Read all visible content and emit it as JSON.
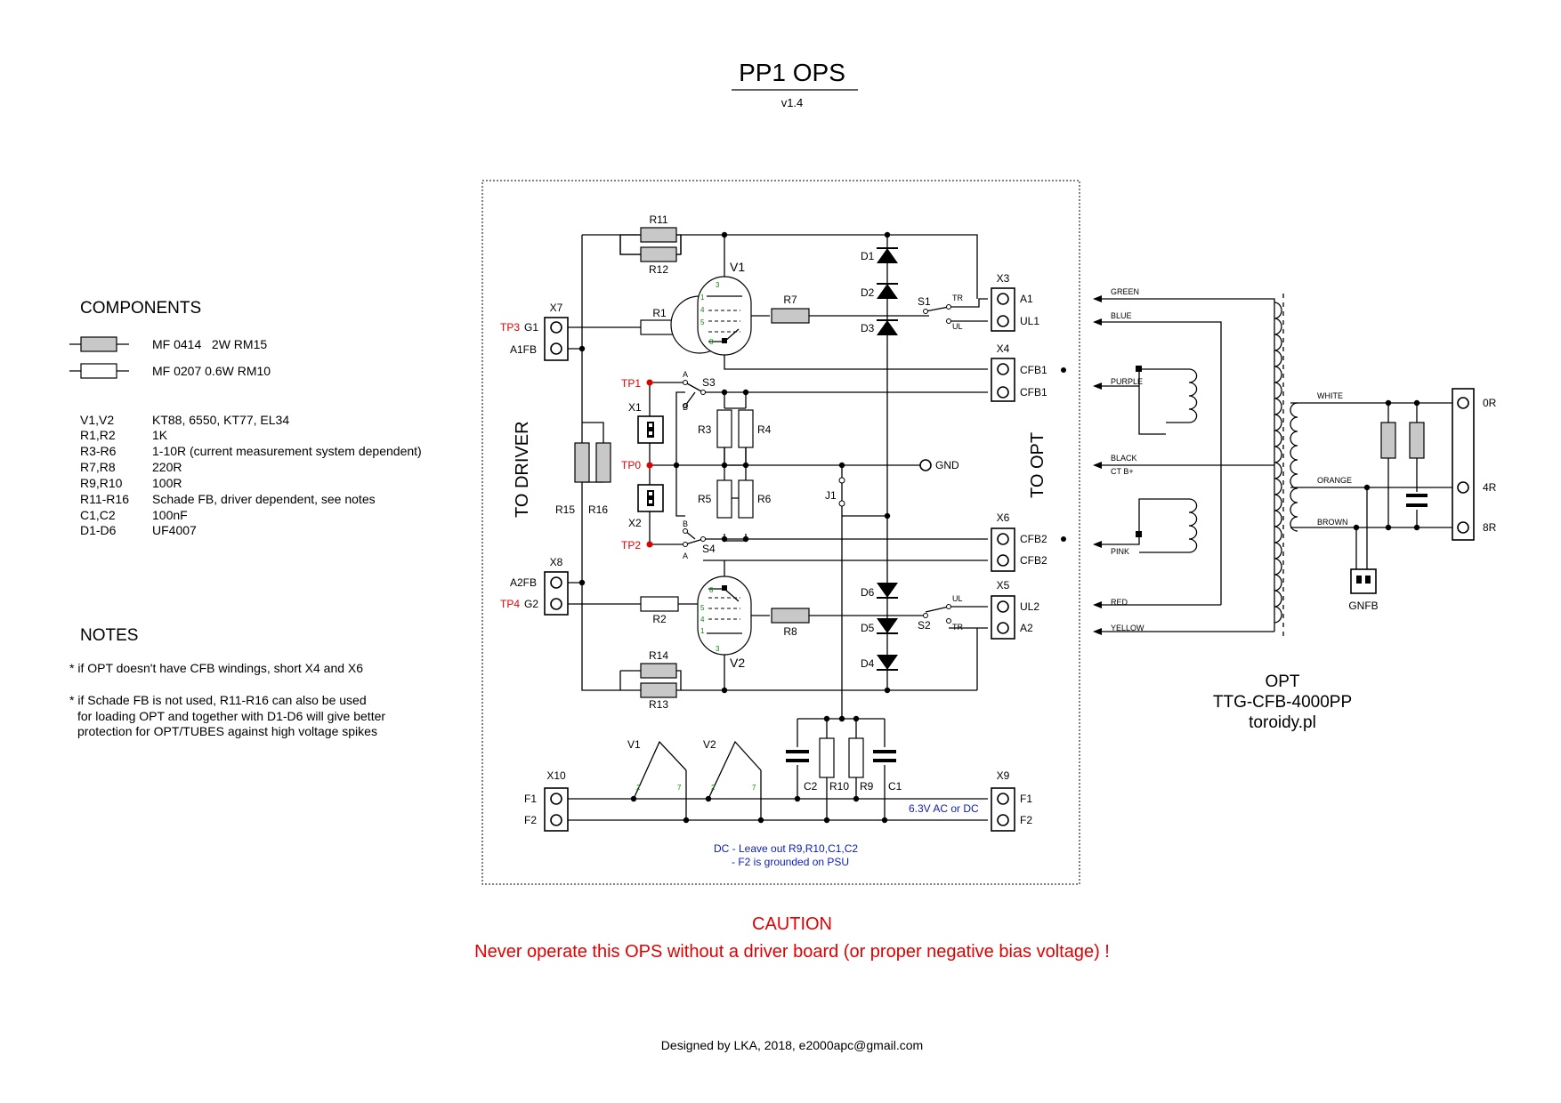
{
  "title": "PP1 OPS",
  "version": "v1.4",
  "components_heading": "COMPONENTS",
  "legend": [
    {
      "text": "MF 0414   2W RM15"
    },
    {
      "text": "MF 0207 0.6W RM10"
    }
  ],
  "bom": [
    {
      "ref": "V1,V2",
      "value": "KT88, 6550, KT77, EL34"
    },
    {
      "ref": "R1,R2",
      "value": "1K"
    },
    {
      "ref": "R3-R6",
      "value": "1-10R (current measurement system dependent)"
    },
    {
      "ref": "R7,R8",
      "value": "220R"
    },
    {
      "ref": "R9,R10",
      "value": "100R"
    },
    {
      "ref": "R11-R16",
      "value": "Schade FB, driver dependent, see notes"
    },
    {
      "ref": "C1,C2",
      "value": "100nF"
    },
    {
      "ref": "D1-D6",
      "value": "UF4007"
    }
  ],
  "notes_heading": "NOTES",
  "notes": [
    "* if OPT doesn't have CFB windings, short X4 and X6",
    "* if Schade FB is not used, R11-R16 can also be used",
    "for loading OPT and together with D1-D6 will give better",
    "protection for OPT/TUBES against high voltage spikes"
  ],
  "schematic": {
    "to_driver": "TO DRIVER",
    "to_opt": "TO OPT",
    "labels": {
      "R11": "R11",
      "R12": "R12",
      "R13": "R13",
      "R14": "R14",
      "R1": "R1",
      "R2": "R2",
      "R3": "R3",
      "R4": "R4",
      "R5": "R5",
      "R6": "R6",
      "R7": "R7",
      "R8": "R8",
      "R9": "R9",
      "R10": "R10",
      "R15": "R15",
      "R16": "R16",
      "C1": "C1",
      "C2": "C2",
      "D1": "D1",
      "D2": "D2",
      "D3": "D3",
      "D4": "D4",
      "D5": "D5",
      "D6": "D6",
      "V1": "V1",
      "V2": "V2",
      "V1f": "V1",
      "V2f": "V2",
      "S1": "S1",
      "S2": "S2",
      "S3": "S3",
      "S4": "S4",
      "J1": "J1",
      "X1": "X1",
      "X2": "X2",
      "X3": "X3",
      "X4": "X4",
      "X5": "X5",
      "X6": "X6",
      "X7": "X7",
      "X8": "X8",
      "X9": "X9",
      "X10": "X10",
      "TR": "TR",
      "UL": "UL",
      "A": "A",
      "B": "B",
      "GND": "GND",
      "TP0": "TP0",
      "TP1": "TP1",
      "TP2": "TP2",
      "TP3": "TP3",
      "TP4": "TP4",
      "G1": "G1",
      "G2": "G2",
      "A1FB": "A1FB",
      "A2FB": "A2FB",
      "A1": "A1",
      "UL1": "UL1",
      "A2": "A2",
      "UL2": "UL2",
      "CFB1": "CFB1",
      "CFB2": "CFB2",
      "F1": "F1",
      "F2": "F2",
      "p1": "1",
      "p2": "2",
      "p3": "3",
      "p4": "4",
      "p5": "5",
      "p7": "7",
      "p8": "8"
    },
    "supply_note": "6.3V AC or DC",
    "dc_note_1": "DC - Leave out R9,R10,C1,C2",
    "dc_note_2": "- F2 is grounded on PSU"
  },
  "opt": {
    "wires": {
      "green": "GREEN",
      "blue": "BLUE",
      "purple": "PURPLE",
      "black": "BLACK",
      "ctb": "CT B+",
      "pink": "PINK",
      "red": "RED",
      "yellow": "YELLOW",
      "white": "WHITE",
      "orange": "ORANGE",
      "brown": "BROWN"
    },
    "outputs": [
      "0R",
      "4R",
      "8R"
    ],
    "gnfb": "GNFB",
    "name": "OPT",
    "model": "TTG-CFB-4000PP",
    "maker": "toroidy.pl"
  },
  "caution_title": "CAUTION",
  "caution_text": "Never operate this OPS without a driver board (or proper negative bias voltage) !",
  "credit": "Designed by LKA, 2018, e2000apc@gmail.com",
  "colors": {
    "warning": "#e00000",
    "note": "#0a1fb8",
    "pin": "#0a8a0a"
  }
}
